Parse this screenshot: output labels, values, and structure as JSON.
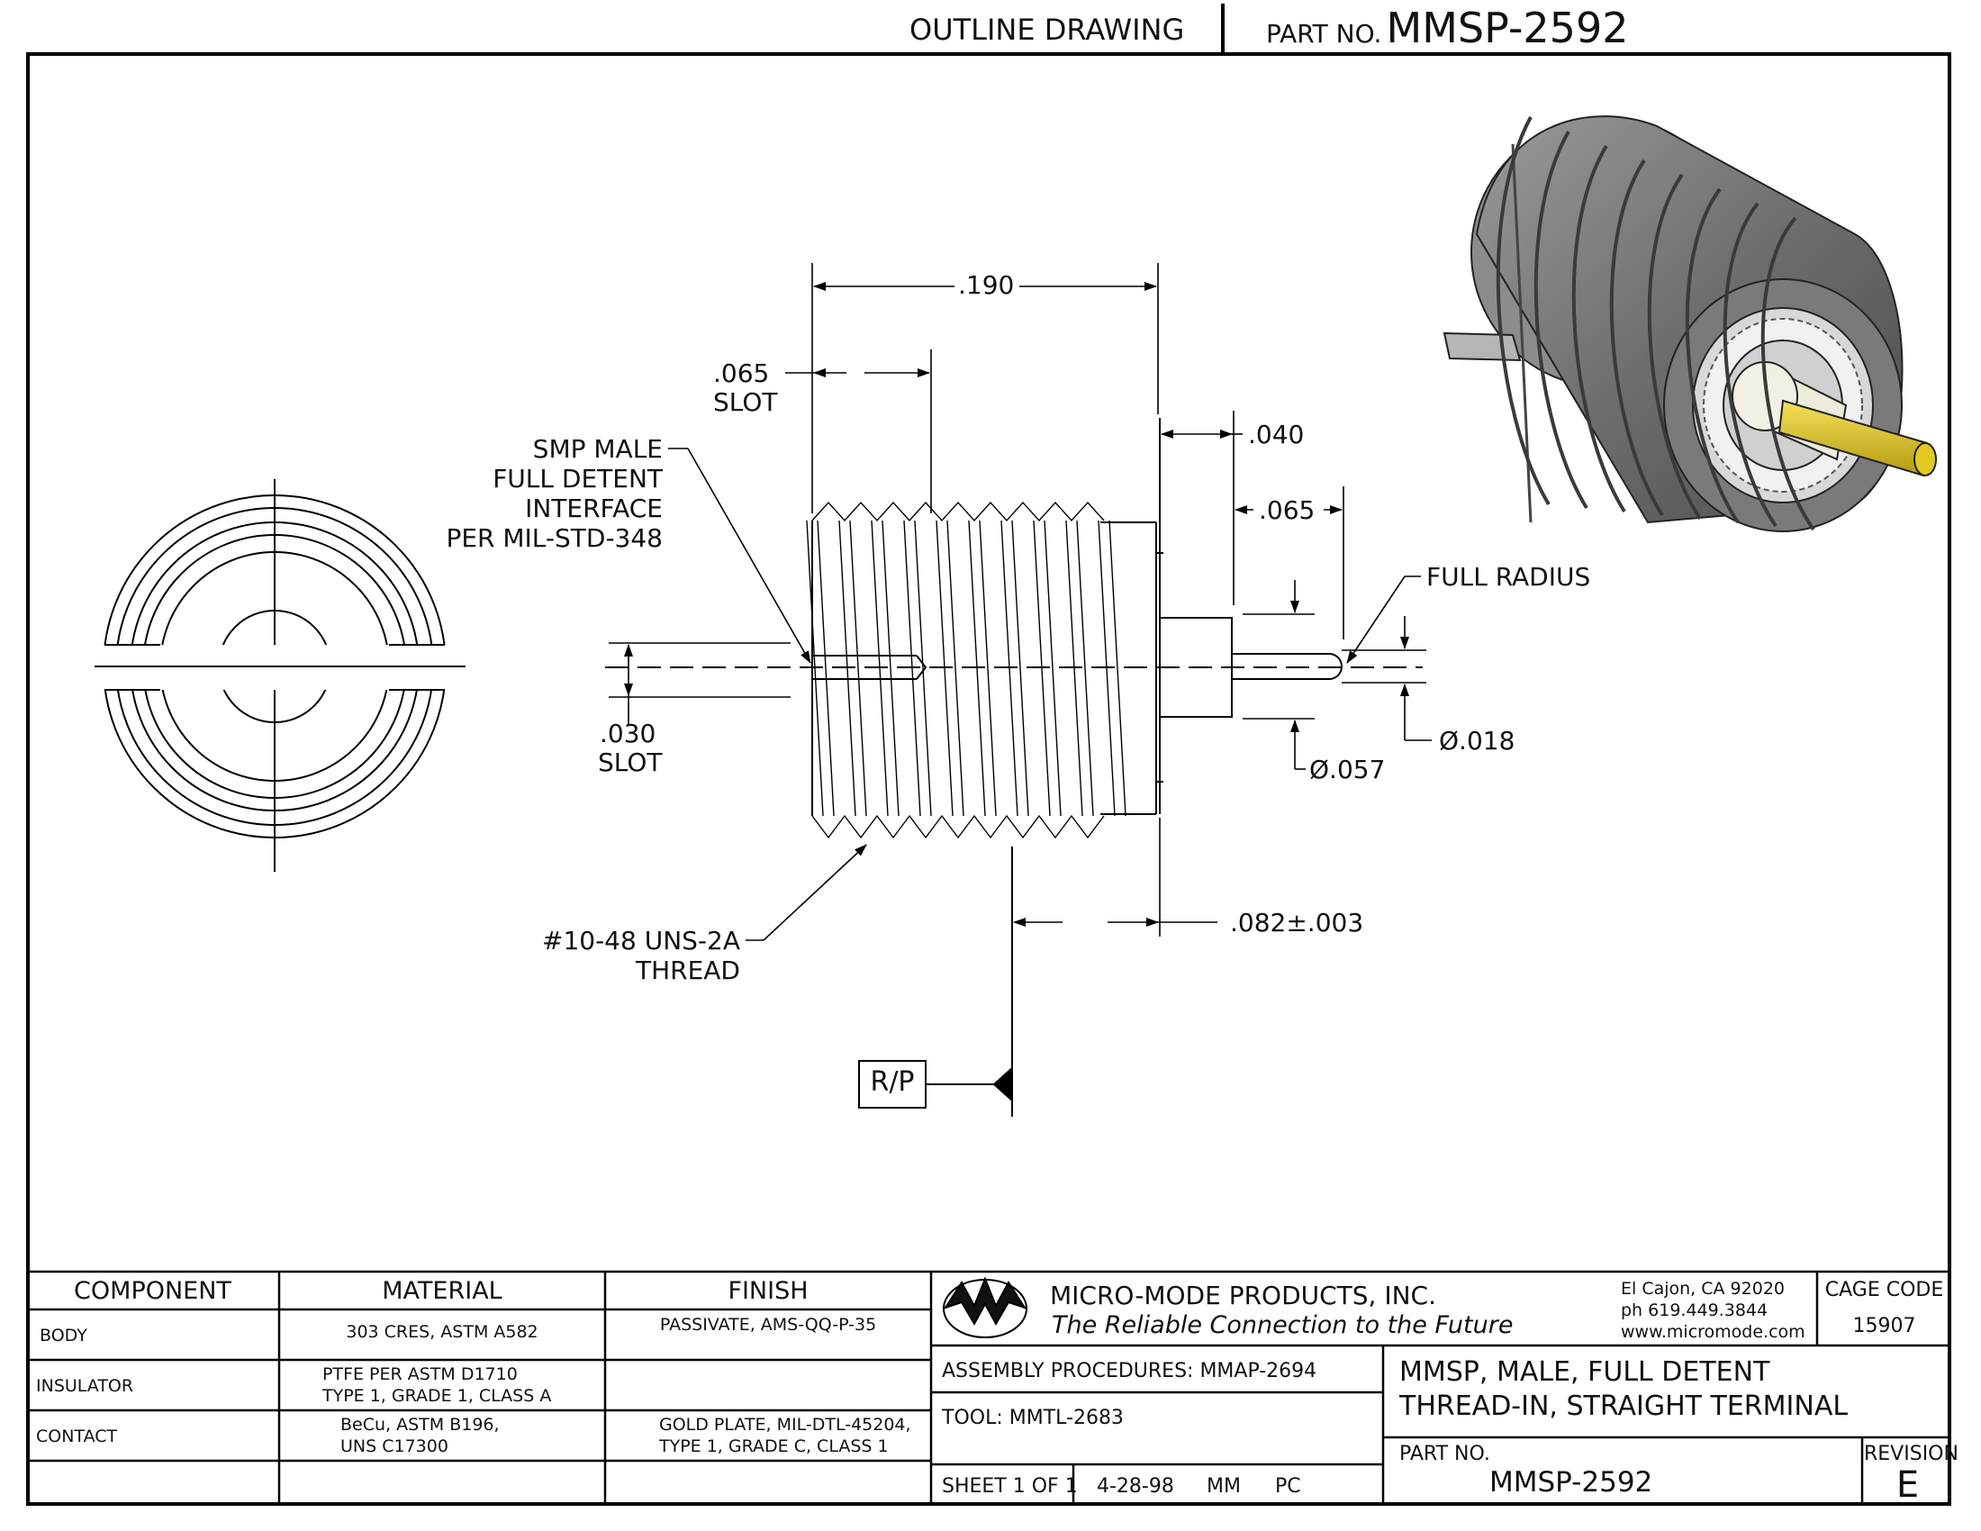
{
  "header": {
    "drawing_type": "OUTLINE DRAWING",
    "part_no_label": "PART NO.",
    "part_no": "MMSP-2592"
  },
  "drawing": {
    "dim_overall": ".190",
    "dim_slot_width": ".065",
    "dim_slot_width_label": "SLOT",
    "dim_flange": ".040",
    "dim_insulator_ext": ".065",
    "dim_slot_depth": ".030",
    "dim_slot_depth_label": "SLOT",
    "dim_ref_plane": ".082±.003",
    "dia_insulator": "Ø.057",
    "dia_pin": "Ø.018",
    "note_interface": [
      "SMP MALE",
      "FULL DETENT",
      "INTERFACE",
      "PER MIL-STD-348"
    ],
    "note_full_radius": "FULL RADIUS",
    "note_thread": [
      "#10-48 UNS-2A",
      "THREAD"
    ],
    "ref_plane_label": "R/P"
  },
  "bom": {
    "headers": [
      "COMPONENT",
      "MATERIAL",
      "FINISH"
    ],
    "rows": [
      {
        "component": "BODY",
        "material": [
          "303 CRES, ASTM A582"
        ],
        "finish": [
          "PASSIVATE, AMS-QQ-P-35"
        ]
      },
      {
        "component": "INSULATOR",
        "material": [
          "PTFE PER ASTM D1710",
          "TYPE 1, GRADE 1, CLASS A"
        ],
        "finish": []
      },
      {
        "component": "CONTACT",
        "material": [
          "BeCu, ASTM B196,",
          "UNS C17300"
        ],
        "finish": [
          "GOLD PLATE, MIL-DTL-45204,",
          "TYPE 1, GRADE C, CLASS 1"
        ]
      },
      {
        "component": "",
        "material": [],
        "finish": []
      }
    ]
  },
  "company": {
    "name": "MICRO-MODE PRODUCTS, INC.",
    "tagline": "The Reliable Connection to the Future",
    "address": "El Cajon, CA 92020",
    "phone": "ph 619.449.3844",
    "web": "www.micromode.com",
    "cage_label": "CAGE CODE",
    "cage_code": "15907"
  },
  "titleblock": {
    "assembly": "ASSEMBLY PROCEDURES:  MMAP-2694",
    "tool": "TOOL:  MMTL-2683",
    "title_line1": "MMSP, MALE, FULL DETENT",
    "title_line2": "THREAD-IN, STRAIGHT TERMINAL",
    "part_no_label": "PART NO.",
    "part_no": "MMSP-2592",
    "revision_label": "REVISION",
    "revision": "E",
    "sheet": "SHEET 1 OF 1",
    "date": "4-28-98",
    "drawn_by": "MM",
    "checked_by": "PC"
  }
}
